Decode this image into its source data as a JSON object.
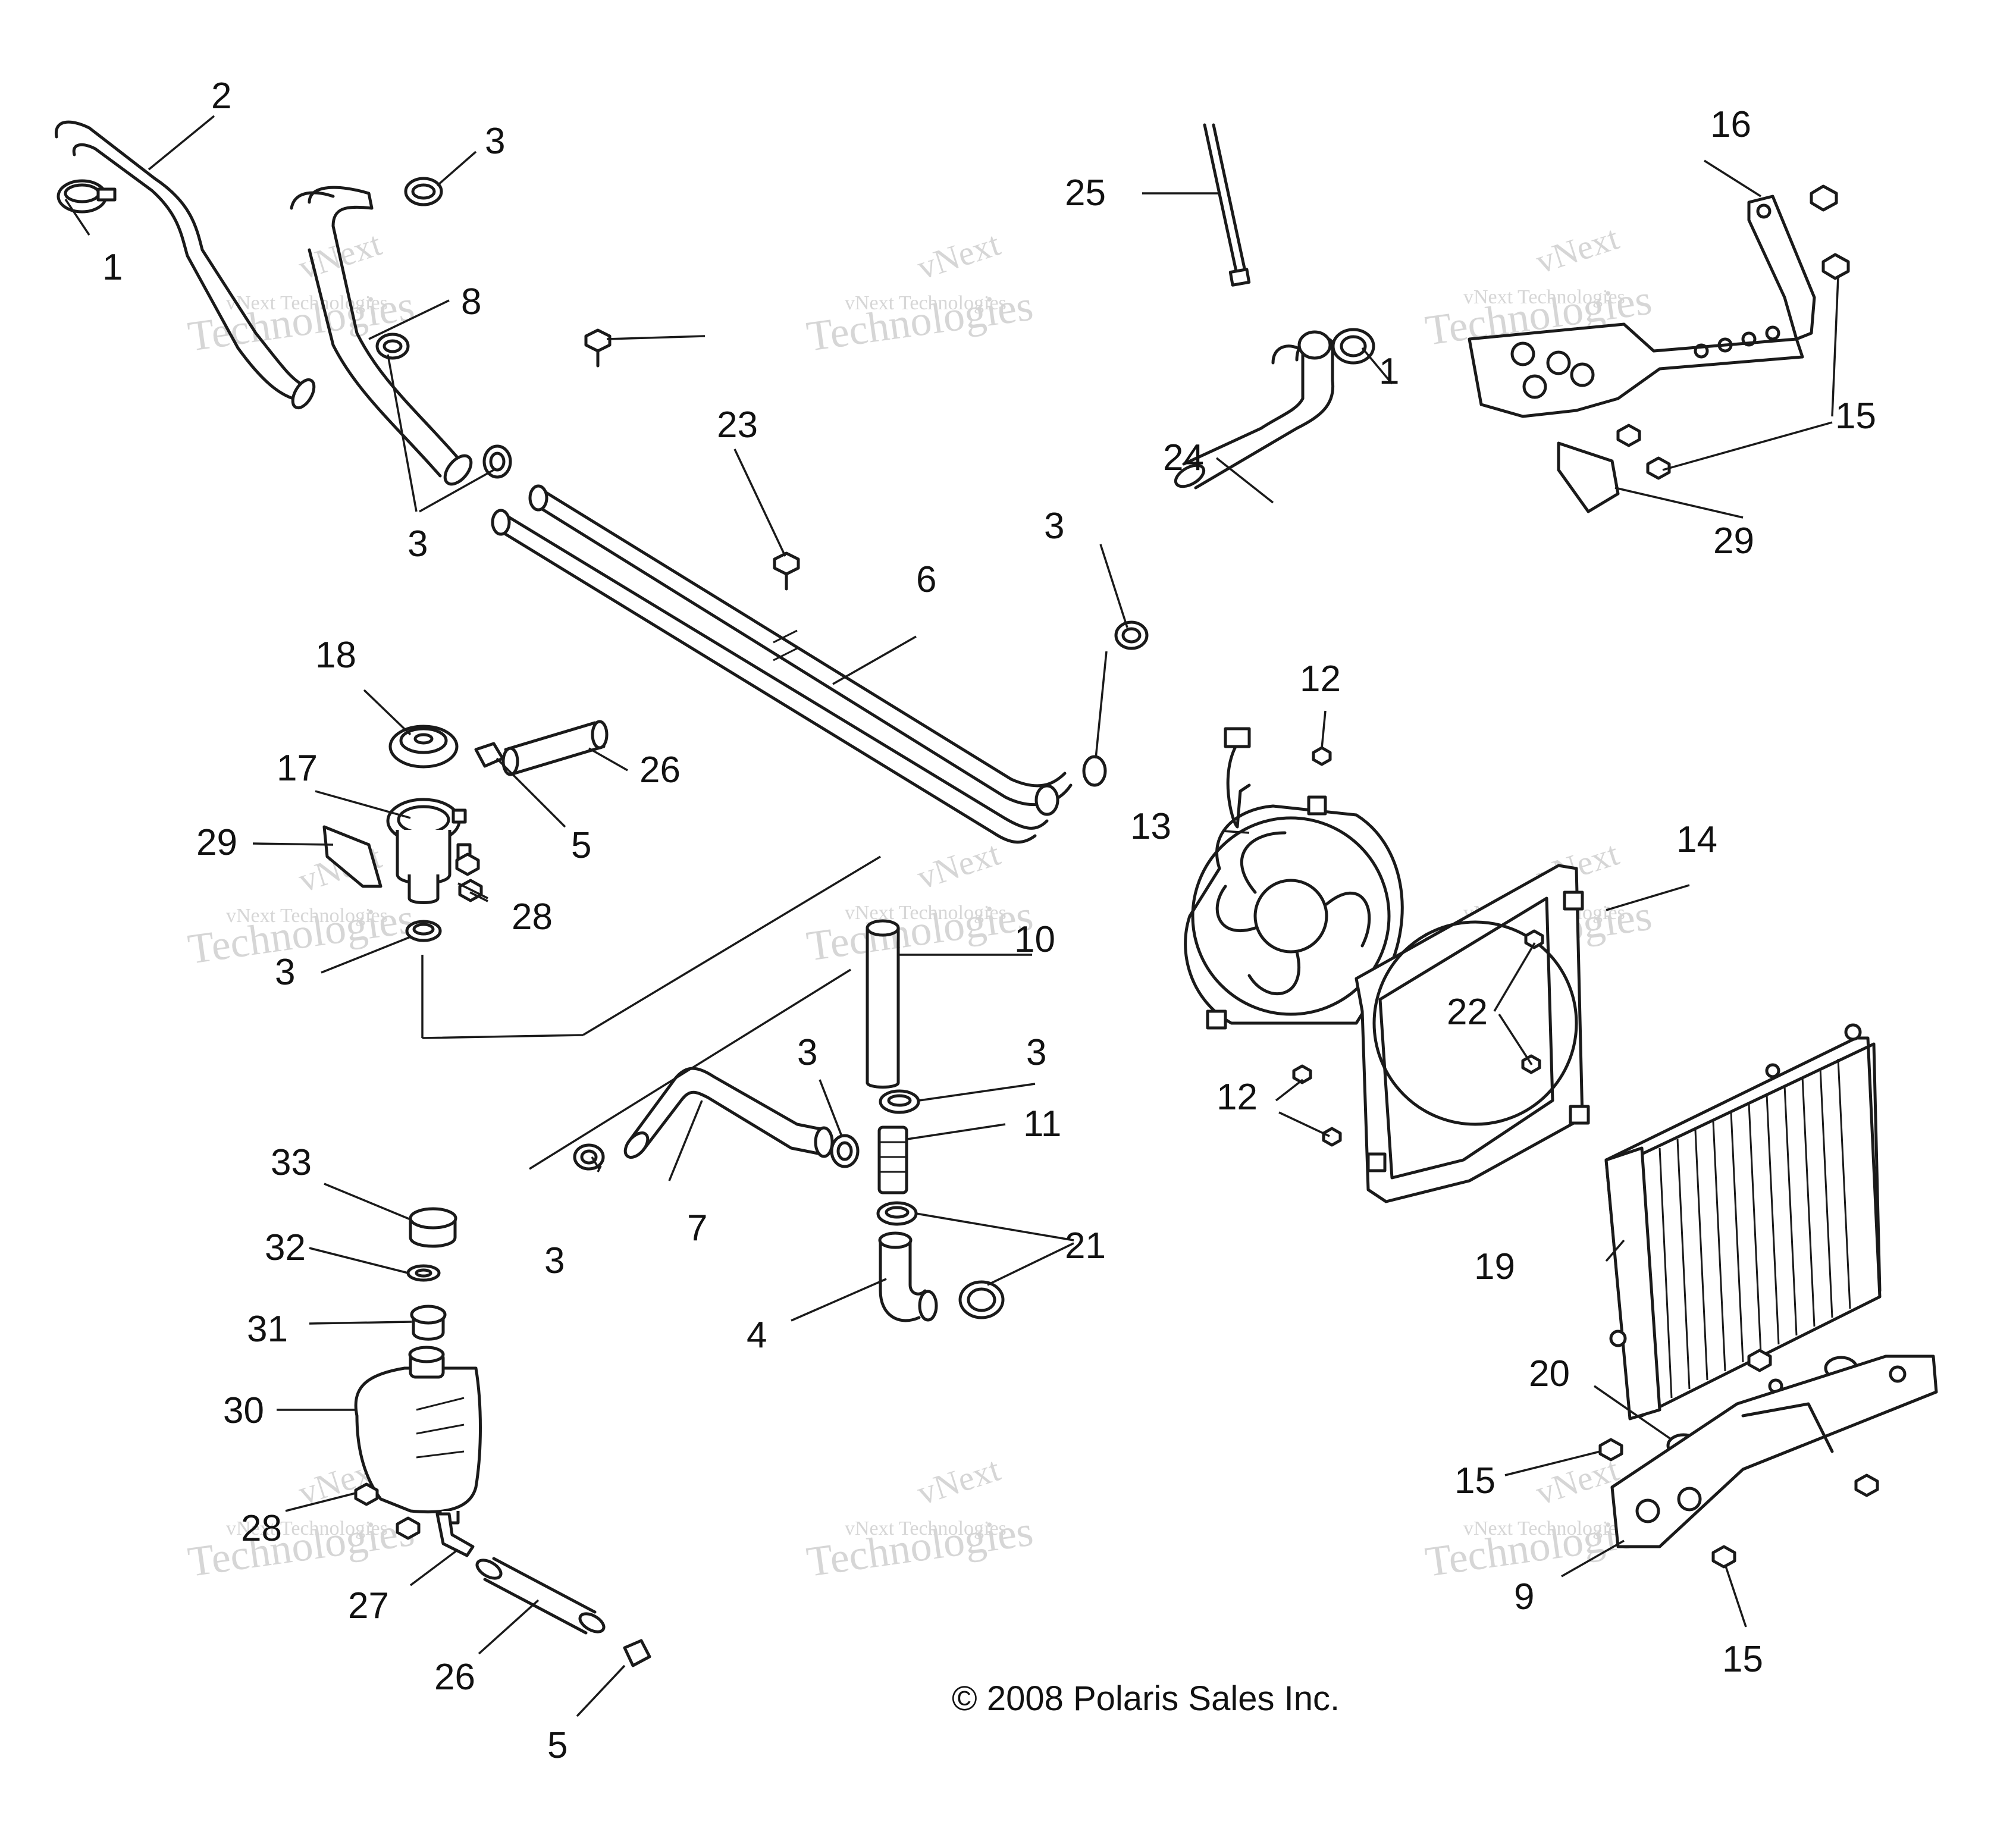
{
  "copyright": "© 2008 Polaris Sales Inc.",
  "watermark": {
    "line1": "vNext Technologies",
    "line2": "Technologies",
    "badge": "vNext"
  },
  "callouts": {
    "c1a": "1",
    "c2": "2",
    "c3a": "3",
    "c8": "8",
    "c3b": "3",
    "c23": "23",
    "c25": "25",
    "c1b": "1",
    "c24": "24",
    "c3c": "3",
    "c6": "6",
    "c16": "16",
    "c15a": "15",
    "c29a": "29",
    "c18": "18",
    "c17": "17",
    "c26a": "26",
    "c29b": "29",
    "c5a": "5",
    "c28a": "28",
    "c3d": "3",
    "c12a": "12",
    "c13": "13",
    "c14": "14",
    "c10": "10",
    "c22": "22",
    "c12b": "12",
    "c3e": "3",
    "c3f": "3",
    "c11": "11",
    "c33": "33",
    "c3g": "3",
    "c7": "7",
    "c21": "21",
    "c32": "32",
    "c19": "19",
    "c4": "4",
    "c31": "31",
    "c30": "30",
    "c20": "20",
    "c15b": "15",
    "c28b": "28",
    "c27": "27",
    "c9": "9",
    "c26b": "26",
    "c15c": "15",
    "c5b": "5"
  }
}
